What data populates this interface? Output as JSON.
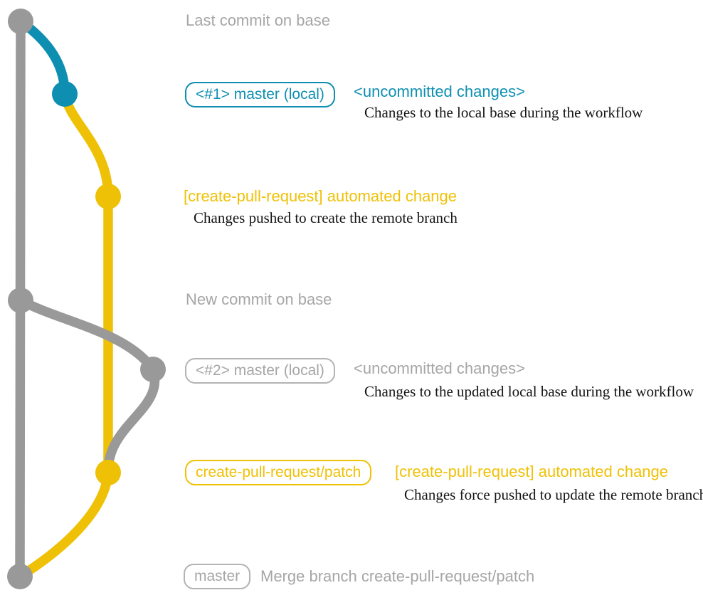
{
  "diagram": {
    "colors": {
      "teal": "#0e8fb2",
      "yellow": "#efc106",
      "graph_gray": "#999999",
      "text_gray": "#a6a6a6",
      "caption_black": "#141414",
      "background": "#ffffff"
    },
    "graph": {
      "nodes": [
        {
          "name": "last-commit-on-base",
          "color": "gray"
        },
        {
          "name": "uncommitted-changes-1",
          "color": "teal"
        },
        {
          "name": "automated-change-commit-1",
          "color": "yellow"
        },
        {
          "name": "new-commit-on-base",
          "color": "gray"
        },
        {
          "name": "uncommitted-changes-2",
          "color": "gray"
        },
        {
          "name": "automated-change-commit-2",
          "color": "yellow"
        },
        {
          "name": "merge-commit",
          "color": "gray"
        }
      ]
    },
    "rows": {
      "last_commit": {
        "heading": "Last commit on base"
      },
      "master1": {
        "box": "<#1> master (local)",
        "note": "<uncommitted changes>",
        "caption": "Changes to the local base during the workflow"
      },
      "cpr1": {
        "note": "[create-pull-request] automated change",
        "caption": "Changes pushed to create the remote branch"
      },
      "new_commit": {
        "heading": "New commit on base"
      },
      "master2": {
        "box": "<#2> master (local)",
        "note": "<uncommitted changes>",
        "caption": "Changes to the updated local base during the workflow"
      },
      "cpr2": {
        "box": "create-pull-request/patch",
        "note": "[create-pull-request] automated change",
        "caption": "Changes force pushed to update the remote branch"
      },
      "merge": {
        "box": "master",
        "note": "Merge branch create-pull-request/patch"
      }
    }
  }
}
